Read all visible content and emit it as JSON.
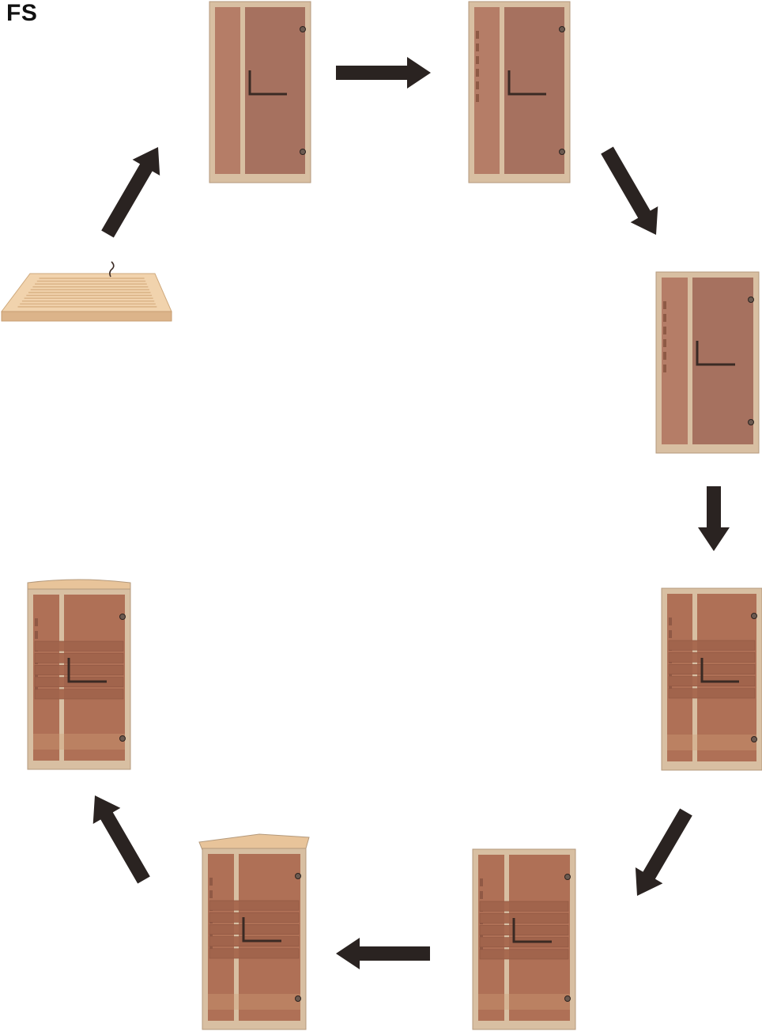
{
  "label": "FS",
  "colors": {
    "frame": "#d8bfa2",
    "frame_edge": "#b59a7c",
    "glass": "#a6715f",
    "glass_side": "#b57d67",
    "wall_base": "#bd7d60",
    "handle": "#3a2a24",
    "arrow": "#2a2321",
    "wood_light": "#f1d3ad",
    "wood_top": "#e8c49a",
    "wood_side": "#dcb48a",
    "slat": "#d9b184"
  },
  "steps": [
    {
      "id": 1,
      "stage": "floor-base"
    },
    {
      "id": 2,
      "stage": "empty-cabin"
    },
    {
      "id": 3,
      "stage": "side-wall-heater"
    },
    {
      "id": 4,
      "stage": "side-wall-heater"
    },
    {
      "id": 5,
      "stage": "back-wall-heaters"
    },
    {
      "id": 6,
      "stage": "back-wall-heaters"
    },
    {
      "id": 7,
      "stage": "roof-installed"
    },
    {
      "id": 8,
      "stage": "roof-complete"
    }
  ],
  "arrows": [
    {
      "from": 1,
      "to": 2
    },
    {
      "from": 2,
      "to": 3
    },
    {
      "from": 3,
      "to": 4
    },
    {
      "from": 4,
      "to": 5
    },
    {
      "from": 5,
      "to": 6
    },
    {
      "from": 6,
      "to": 7
    },
    {
      "from": 7,
      "to": 8
    }
  ]
}
